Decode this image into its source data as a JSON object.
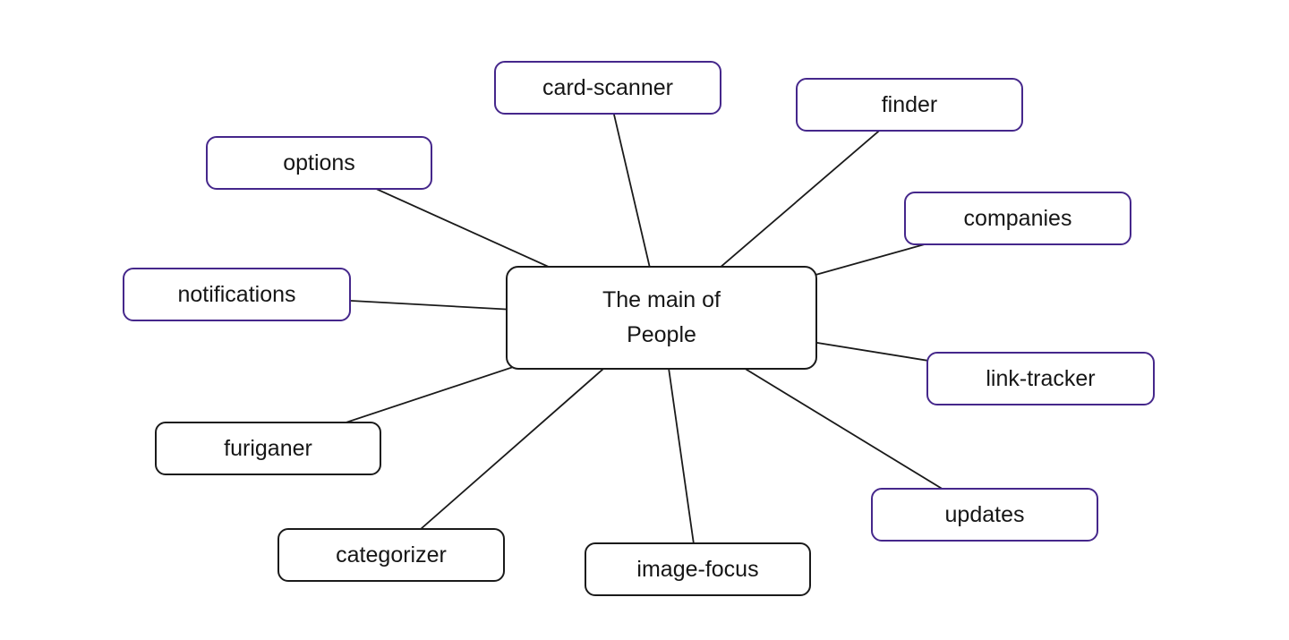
{
  "diagram": {
    "type": "mindmap",
    "center": {
      "label": "The main of People",
      "line1": "The main of",
      "line2": "People"
    },
    "nodes": [
      {
        "id": "card-scanner",
        "label": "card-scanner",
        "border_color": "#45278b"
      },
      {
        "id": "finder",
        "label": "finder",
        "border_color": "#45278b"
      },
      {
        "id": "options",
        "label": "options",
        "border_color": "#45278b"
      },
      {
        "id": "companies",
        "label": "companies",
        "border_color": "#45278b"
      },
      {
        "id": "notifications",
        "label": "notifications",
        "border_color": "#45278b"
      },
      {
        "id": "link-tracker",
        "label": "link-tracker",
        "border_color": "#45278b"
      },
      {
        "id": "furiganer",
        "label": "furiganer",
        "border_color": "#1a1a1a"
      },
      {
        "id": "updates",
        "label": "updates",
        "border_color": "#45278b"
      },
      {
        "id": "categorizer",
        "label": "categorizer",
        "border_color": "#1a1a1a"
      },
      {
        "id": "image-focus",
        "label": "image-focus",
        "border_color": "#1a1a1a"
      }
    ],
    "colors": {
      "accent_purple": "#45278b",
      "node_border_black": "#1a1a1a",
      "connector_line": "#1a1a1a",
      "node_background": "#ffffff",
      "text": "#161616",
      "page_background": "#ffffff"
    }
  }
}
